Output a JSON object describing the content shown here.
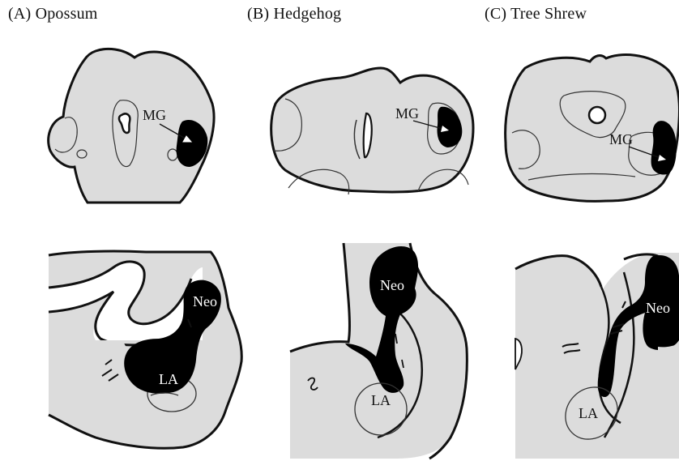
{
  "panels": [
    {
      "id": "A",
      "title": "(A)  Opossum"
    },
    {
      "id": "B",
      "title": "(B) Hedgehog"
    },
    {
      "id": "C",
      "title": "(C) Tree Shrew"
    }
  ],
  "labels": {
    "mg": "MG",
    "neo": "Neo",
    "la": "LA"
  },
  "colors": {
    "tissue": "#dcdcdc",
    "outline": "#111111",
    "label_region": "#000000",
    "background": "#ffffff"
  }
}
